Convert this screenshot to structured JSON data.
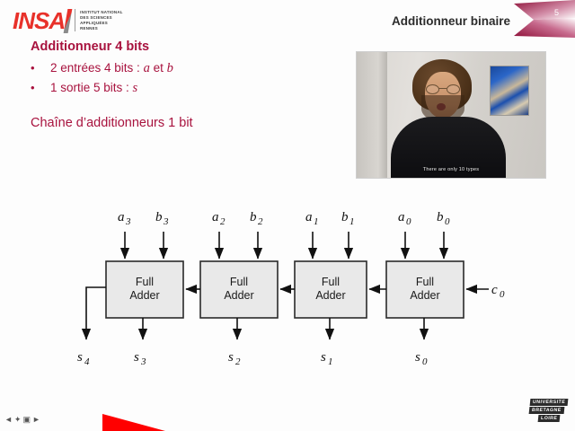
{
  "header": {
    "logo": {
      "brand": "INSA",
      "lines": [
        "INSTITUT NATIONAL",
        "DES SCIENCES",
        "APPLIQUÉES",
        "RENNES"
      ]
    },
    "title": "Additionneur binaire",
    "page_number": "5",
    "accent_color": "#a8123e",
    "chevron_color_dark": "#8e1038",
    "chevron_color_light": "#ffffff"
  },
  "content": {
    "title": "Additionneur 4 bits",
    "bullets": [
      {
        "marker": "•",
        "prefix": "2 entrées 4 bits : ",
        "var1": "a",
        "middle": " et ",
        "var2": "b"
      },
      {
        "marker": "•",
        "prefix": "1 sortie 5 bits : ",
        "var1": "s",
        "middle": "",
        "var2": ""
      }
    ],
    "subtitle": "Chaîne d’additionneurs 1 bit"
  },
  "video": {
    "caption": "There are only 10 types",
    "poster_name": "wall-poster"
  },
  "diagram": {
    "block_label_line1": "Full",
    "block_label_line2": "Adder",
    "blocks": [
      {
        "id": "fa3",
        "input_a": "a",
        "input_a_sub": "3",
        "input_b": "b",
        "input_b_sub": "3",
        "output_s": "s",
        "output_s_sub": "3"
      },
      {
        "id": "fa2",
        "input_a": "a",
        "input_a_sub": "2",
        "input_b": "b",
        "input_b_sub": "2",
        "output_s": "s",
        "output_s_sub": "2"
      },
      {
        "id": "fa1",
        "input_a": "a",
        "input_a_sub": "1",
        "input_b": "b",
        "input_b_sub": "1",
        "output_s": "s",
        "output_s_sub": "1"
      },
      {
        "id": "fa0",
        "input_a": "a",
        "input_a_sub": "0",
        "input_b": "b",
        "input_b_sub": "0",
        "output_s": "s",
        "output_s_sub": "0"
      }
    ],
    "carry_in": {
      "label": "c",
      "sub": "0"
    },
    "carry_out": {
      "label": "s",
      "sub": "4"
    },
    "box_fill": "#e9e9e9",
    "box_stroke": "#2b2b2b"
  },
  "footer": {
    "nav": [
      {
        "name": "prev",
        "glyph": "◄"
      },
      {
        "name": "pen",
        "glyph": "✦"
      },
      {
        "name": "screen",
        "glyph": "▣"
      },
      {
        "name": "next",
        "glyph": "►"
      }
    ],
    "ubl_logo_lines": [
      "UNIVERSITE",
      "BRETAGNE",
      "LOIRE"
    ],
    "accent_triangle_color": "#ff0000"
  }
}
